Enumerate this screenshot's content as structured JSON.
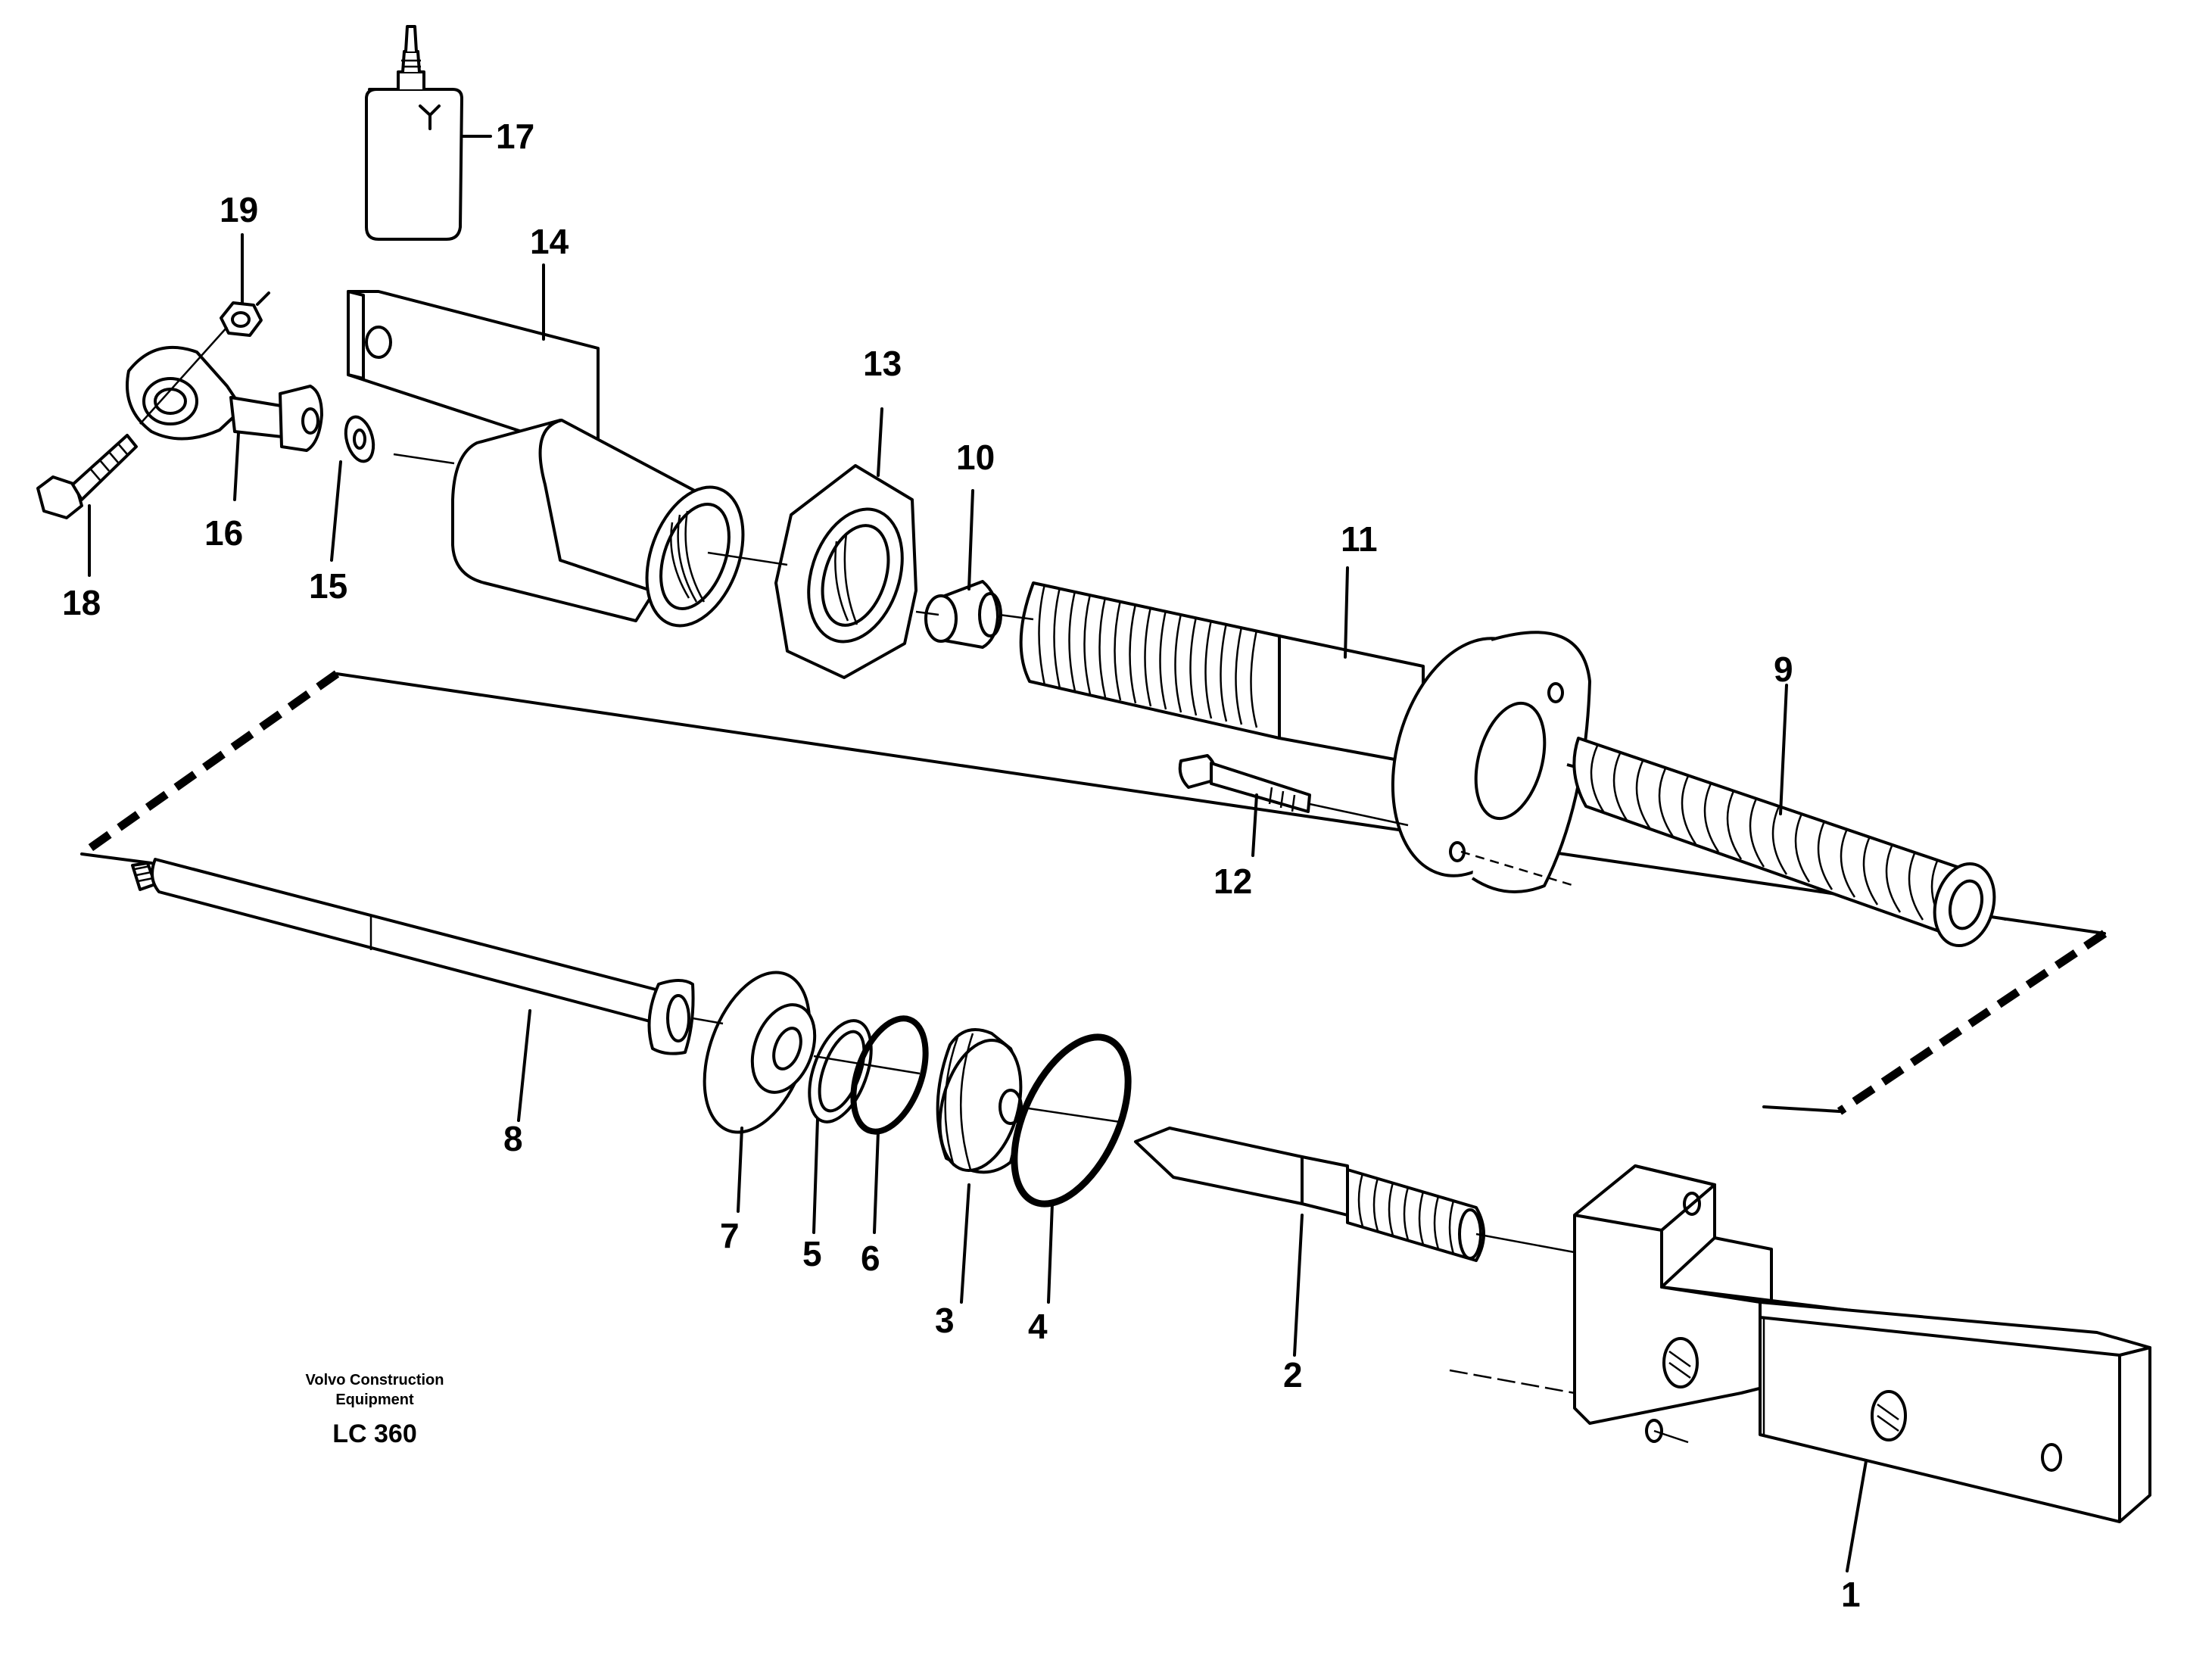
{
  "callouts": [
    "1",
    "2",
    "3",
    "4",
    "5",
    "6",
    "7",
    "8",
    "9",
    "10",
    "11",
    "12",
    "13",
    "14",
    "15",
    "16",
    "17",
    "18",
    "19"
  ],
  "footer": {
    "maker_line1": "Volvo Construction",
    "maker_line2": "Equipment",
    "model": "LC 360"
  }
}
